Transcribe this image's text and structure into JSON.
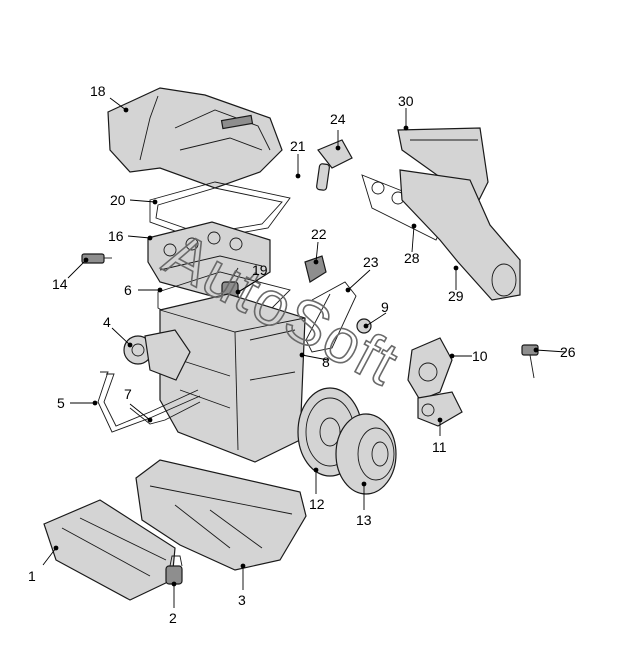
{
  "watermark": "AutoSoft",
  "callouts": {
    "c1": "1",
    "c2": "2",
    "c3": "3",
    "c4": "4",
    "c5": "5",
    "c6": "6",
    "c7": "7",
    "c8": "8",
    "c9": "9",
    "c10": "10",
    "c11": "11",
    "c12": "12",
    "c13": "13",
    "c14": "14",
    "c16": "16",
    "c18": "18",
    "c19": "19",
    "c20": "20",
    "c21": "21",
    "c22": "22",
    "c23": "23",
    "c24": "24",
    "c26": "26",
    "c28": "28",
    "c29": "29",
    "c30": "30"
  }
}
